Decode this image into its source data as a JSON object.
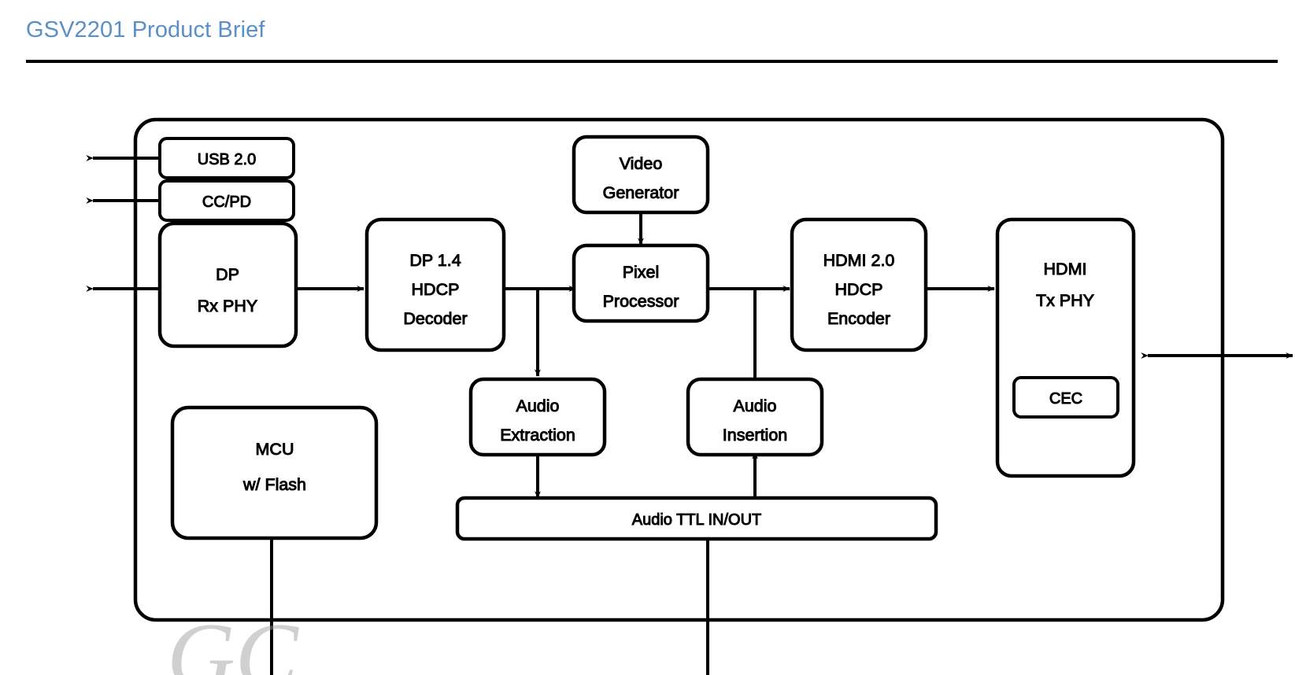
{
  "header": {
    "title": "GSV2201 Product Brief",
    "title_color": "#5B8FC9",
    "rule_color": "#000000"
  },
  "diagram": {
    "type": "block-diagram",
    "name": "GSV2201 functional block diagram",
    "chip_outline_label": "",
    "line_color": "#000000",
    "fill_color": "#FFFFFF",
    "blocks": [
      {
        "id": "usb",
        "label": "USB 2.0",
        "lines": [
          "USB 2.0"
        ]
      },
      {
        "id": "ccpd",
        "label": "CC/PD",
        "lines": [
          "CC/PD"
        ]
      },
      {
        "id": "dp_rx_phy",
        "label": "DP Rx PHY",
        "lines": [
          "DP",
          "Rx PHY"
        ]
      },
      {
        "id": "dp_decoder",
        "label": "DP 1.4 HDCP Decoder",
        "lines": [
          "DP 1.4",
          "HDCP",
          "Decoder"
        ]
      },
      {
        "id": "video_gen",
        "label": "Video Generator",
        "lines": [
          "Video",
          "Generator"
        ]
      },
      {
        "id": "pixel_proc",
        "label": "Pixel Processor",
        "lines": [
          "Pixel",
          "Processor"
        ]
      },
      {
        "id": "hdmi_enc",
        "label": "HDMI 2.0 HDCP Encoder",
        "lines": [
          "HDMI 2.0",
          "HDCP",
          "Encoder"
        ]
      },
      {
        "id": "hdmi_tx_phy",
        "label": "HDMI Tx PHY",
        "lines": [
          "HDMI",
          "Tx PHY"
        ]
      },
      {
        "id": "cec",
        "label": "CEC",
        "lines": [
          "CEC"
        ]
      },
      {
        "id": "mcu",
        "label": "MCU w/ Flash",
        "lines": [
          "MCU",
          "w/ Flash"
        ]
      },
      {
        "id": "audio_ext",
        "label": "Audio Extraction",
        "lines": [
          "Audio",
          "Extraction"
        ]
      },
      {
        "id": "audio_ins",
        "label": "Audio Insertion",
        "lines": [
          "Audio",
          "Insertion"
        ]
      },
      {
        "id": "audio_ttl",
        "label": "Audio TTL IN/OUT",
        "lines": [
          "Audio TTL IN/OUT"
        ]
      }
    ],
    "connections": [
      {
        "from": "external-left",
        "to": "usb",
        "style": "bidirectional"
      },
      {
        "from": "external-left",
        "to": "ccpd",
        "style": "bidirectional"
      },
      {
        "from": "external-left",
        "to": "dp_rx_phy",
        "style": "bidirectional"
      },
      {
        "from": "dp_rx_phy",
        "to": "dp_decoder",
        "style": "arrow"
      },
      {
        "from": "dp_decoder",
        "to": "pixel_proc",
        "style": "arrow"
      },
      {
        "from": "dp_decoder",
        "to": "audio_ext",
        "style": "arrow"
      },
      {
        "from": "video_gen",
        "to": "pixel_proc",
        "style": "arrow"
      },
      {
        "from": "pixel_proc",
        "to": "hdmi_enc",
        "style": "arrow"
      },
      {
        "from": "audio_ins",
        "to": "hdmi_enc",
        "style": "line"
      },
      {
        "from": "hdmi_enc",
        "to": "hdmi_tx_phy",
        "style": "arrow"
      },
      {
        "from": "hdmi_tx_phy",
        "to": "external-right",
        "style": "bidirectional"
      },
      {
        "from": "audio_ext",
        "to": "audio_ttl",
        "style": "arrow"
      },
      {
        "from": "audio_ttl",
        "to": "audio_ins",
        "style": "arrow"
      },
      {
        "from": "mcu",
        "to": "external-bottom",
        "style": "bidirectional"
      },
      {
        "from": "audio_ttl",
        "to": "external-bottom",
        "style": "bidirectional"
      }
    ],
    "watermark": {
      "text": "GC",
      "color": "#9a9a9a"
    }
  }
}
